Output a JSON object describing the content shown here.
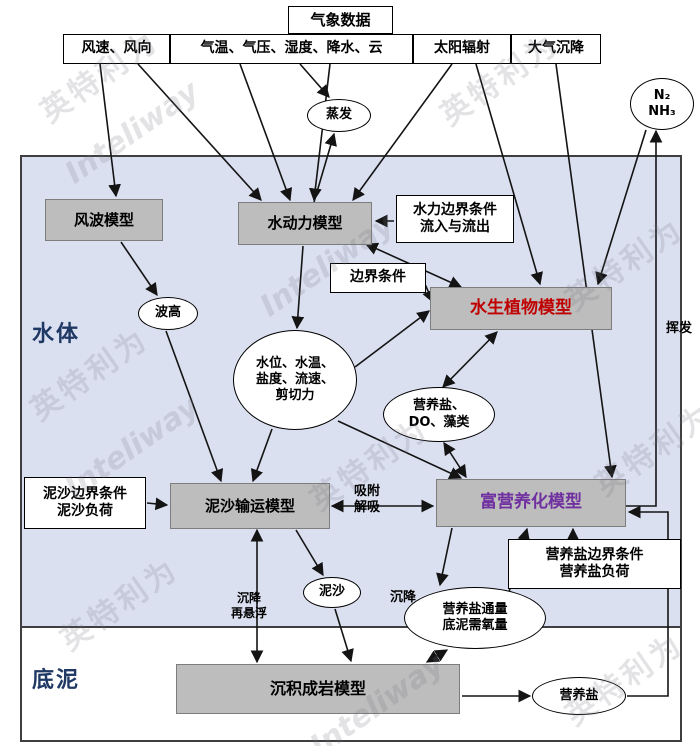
{
  "colors": {
    "water_region_bg": "#dbe0f0",
    "gray_box_fill": "#bdbdbd",
    "region_label_text": "#1f3864",
    "plant_model_text": "#c00000",
    "eutrophication_model_text": "#7030a0"
  },
  "watermark": {
    "latin": "Inteliway",
    "cjk": "英特利为"
  },
  "regions": {
    "water": "水体",
    "sediment": "底泥"
  },
  "nodes": {
    "met_header": "气象数据",
    "met_wind": "风速、风向",
    "met_air": "气温、气压、湿度、降水、云",
    "met_solar": "太阳辐射",
    "met_deposition": "大气沉降",
    "n2_nh3": "N₂\nNH₃",
    "evaporation": "蒸发",
    "wind_wave_model": "风波模型",
    "hydro_model": "水动力模型",
    "hydro_boundary": "水力边界条件\n流入与流出",
    "boundary_condition": "边界条件",
    "plant_model": "水生植物模型",
    "wave_height": "波高",
    "state_vars": "水位、水温、盐度、流速、剪切力",
    "nutrients_do_algae": "营养盐、\nDO、藻类",
    "volatilization": "挥发",
    "sediment_boundary": "泥沙边界条件\n泥沙负荷",
    "sediment_model": "泥沙输运模型",
    "adsorption_desorption": "吸附\n解吸",
    "eutrophication_model": "富营养化模型",
    "nutrient_boundary": "营养盐边界条件\n营养盐负荷",
    "sediment": "泥沙",
    "settling": "沉降",
    "settling_resuspension": "沉降\n再悬浮",
    "nutrient_flux": "营养盐通量\n底泥需氧量",
    "diagenesis_model": "沉积成岩模型",
    "nutrients_bottom": "营养盐"
  }
}
